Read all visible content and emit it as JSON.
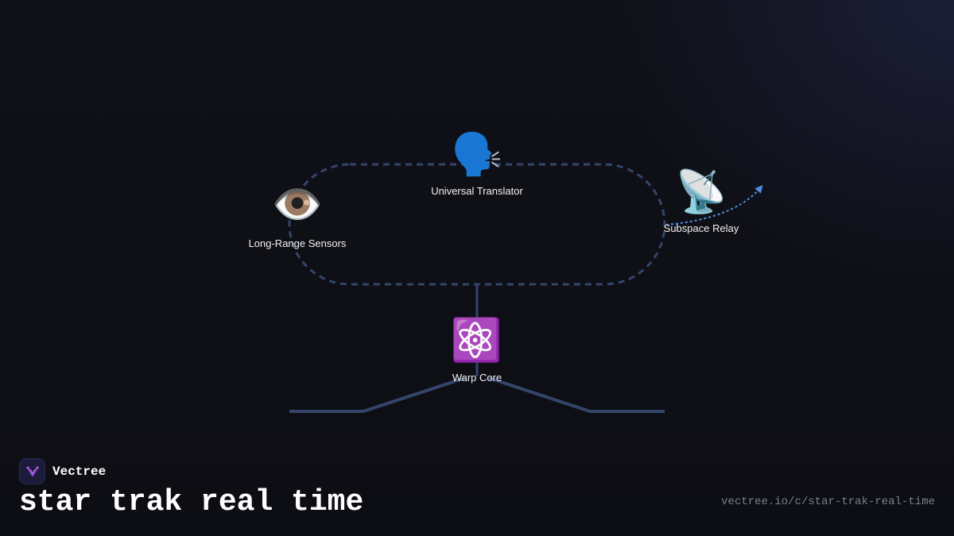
{
  "diagram": {
    "nodes": [
      {
        "id": "translator",
        "icon": "speaking-head-icon",
        "glyph": "🗣️",
        "label": "Universal Translator"
      },
      {
        "id": "sensors",
        "icon": "eye-icon",
        "glyph": "👁️",
        "label": "Long-Range Sensors"
      },
      {
        "id": "relay",
        "icon": "satellite-antenna-icon",
        "glyph": "📡",
        "label": "Subspace Relay"
      },
      {
        "id": "core",
        "icon": "atom-icon",
        "glyph": "⚛️",
        "label": "Warp Core"
      }
    ],
    "colors": {
      "connector": "#34456b",
      "arrow": "#4a8fe0",
      "label": "#f2f2f2"
    }
  },
  "footer": {
    "brand_name": "Vectree",
    "title": "star trak real time",
    "url": "vectree.io/c/star-trak-real-time"
  }
}
